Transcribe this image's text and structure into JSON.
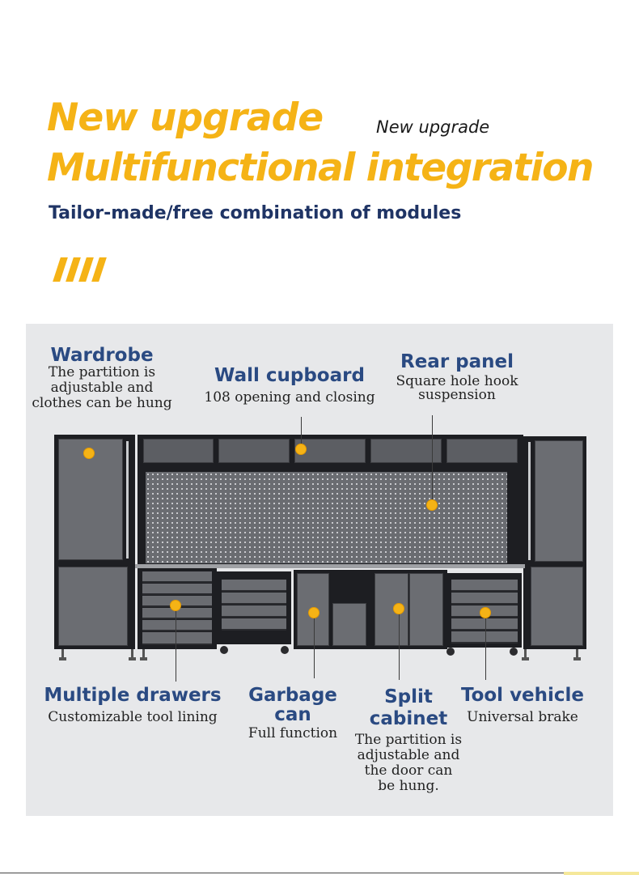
{
  "header": {
    "title_line1": "New upgrade",
    "title_line1_sub": "New upgrade",
    "title_line2": "Multifunctional integration",
    "tagline": "Tailor-made/free combination of modules"
  },
  "labels": {
    "wardrobe": {
      "title": "Wardrobe",
      "desc": [
        "The partition is",
        "adjustable and",
        "clothes can be hung"
      ]
    },
    "wall_cupboard": {
      "title": "Wall cupboard",
      "desc": [
        "108 opening and closing"
      ]
    },
    "rear_panel": {
      "title": "Rear panel",
      "desc": [
        "Square hole hook",
        "suspension"
      ]
    },
    "multiple_drawers": {
      "title": "Multiple drawers",
      "desc": [
        "Customizable tool lining"
      ]
    },
    "garbage_can": {
      "title": [
        "Garbage",
        "can"
      ],
      "desc": [
        "Full function"
      ]
    },
    "split_cabinet": {
      "title": [
        "Split",
        "cabinet"
      ],
      "desc": [
        "The partition is",
        "adjustable and",
        "the door can",
        "be hung."
      ]
    },
    "tool_vehicle": {
      "title": "Tool vehicle",
      "desc": [
        "Universal brake"
      ]
    }
  },
  "colors": {
    "accent": "#f5b316",
    "heading_blue": "#1f3465",
    "label_blue": "#2a4a82",
    "panel_bg": "#e7e8ea"
  }
}
